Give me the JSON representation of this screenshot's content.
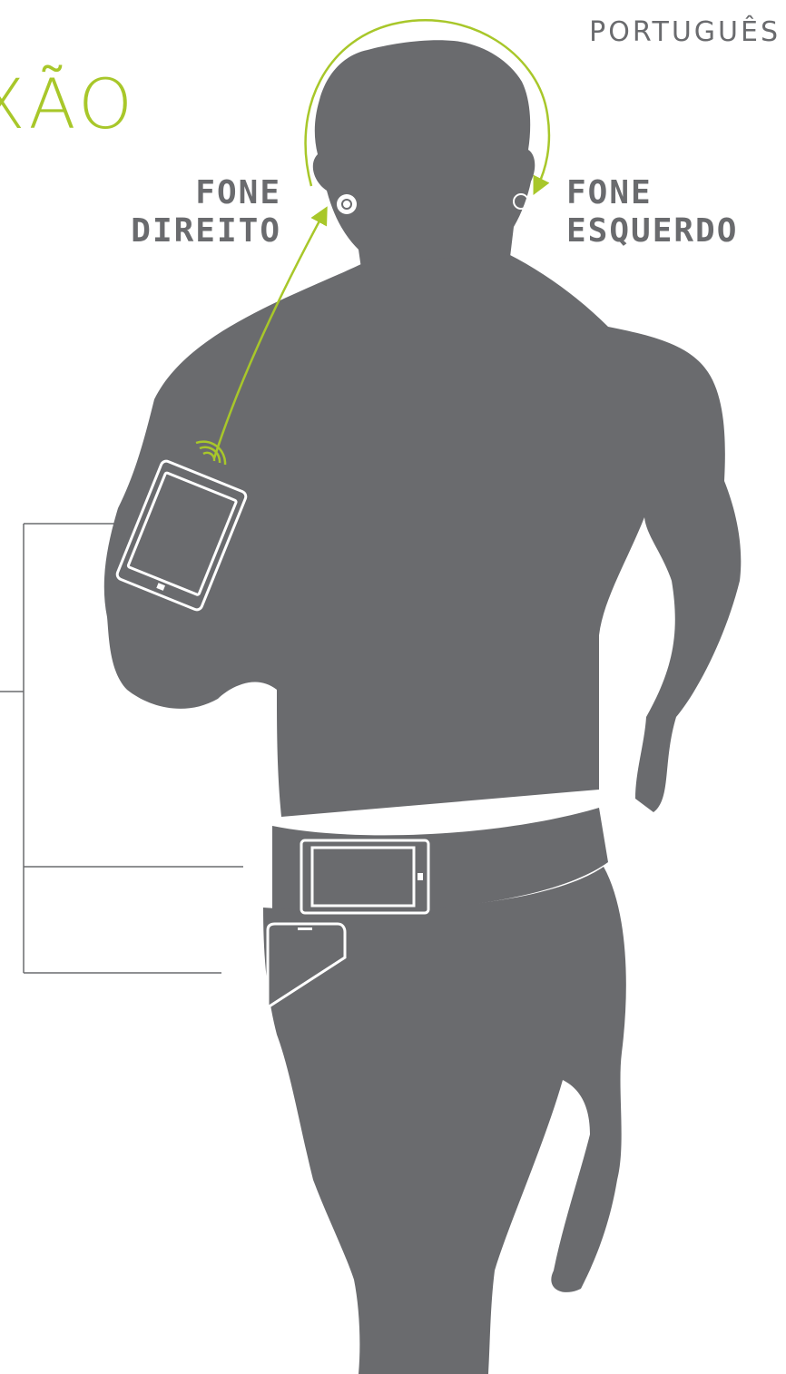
{
  "header": {
    "language": "PORTUGUÊS",
    "section_title_fragment": "XÃO"
  },
  "labels": {
    "right_earbud_line1": "FONE",
    "right_earbud_line2": "DIREITO",
    "left_earbud_line1": "FONE",
    "left_earbud_line2": "ESQUERDO"
  },
  "colors": {
    "accent": "#a8c72a",
    "figure": "#6a6b6e",
    "lines": "#6a6b6e",
    "background": "#ffffff"
  },
  "icons": {
    "earbud": "earbud-icon",
    "wireless": "wireless-signal-icon",
    "phone_armband": "phone-icon",
    "phone_belt": "phone-icon",
    "phone_pocket": "phone-icon"
  }
}
